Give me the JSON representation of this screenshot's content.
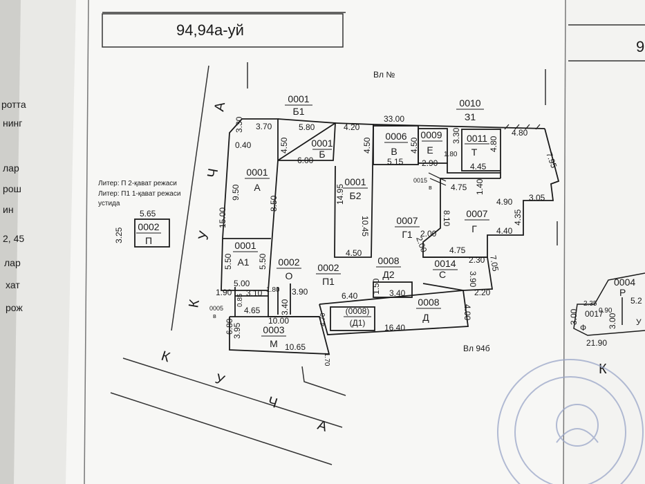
{
  "header": {
    "address": "94,94а-уй",
    "right_cutoff": "9"
  },
  "notes": {
    "plot_number": "Вл №",
    "neighbor_plot": "Вл 94б",
    "legend_line1": "Литер: П 2-қават режаси",
    "legend_line2": "Литер: П1 1-қават режаси",
    "legend_line3": "устида"
  },
  "street_letters": {
    "top": [
      "К",
      "У",
      "Ч",
      "А"
    ],
    "bottom": [
      "К",
      "У",
      "Ч",
      "А"
    ],
    "right": "К"
  },
  "side_margin_text": [
    "ротта",
    "нинг",
    "лар",
    "рош",
    "ин",
    "2, 45",
    "лар",
    "хат",
    "рож"
  ],
  "buildings": [
    {
      "code": "0001",
      "letter": "Б1"
    },
    {
      "code": "0001",
      "letter": "Б"
    },
    {
      "code": "0001",
      "letter": "А"
    },
    {
      "code": "0001",
      "letter": "Б2"
    },
    {
      "code": "0001",
      "letter": "А1"
    },
    {
      "code": "0006",
      "letter": "В"
    },
    {
      "code": "0009",
      "letter": "Е"
    },
    {
      "code": "0010",
      "letter": "З1"
    },
    {
      "code": "0011",
      "letter": "Т"
    },
    {
      "code": "0007",
      "letter": "Г1"
    },
    {
      "code": "0007",
      "letter": "Г"
    },
    {
      "code": "0014",
      "letter": "С"
    },
    {
      "code": "0008",
      "letter": "Д2"
    },
    {
      "code": "0008",
      "letter": "Д"
    },
    {
      "code": "(0008)",
      "letter": "(Д1)"
    },
    {
      "code": "0002",
      "letter": "О"
    },
    {
      "code": "0002",
      "letter": "П1"
    },
    {
      "code": "0003",
      "letter": "М"
    },
    {
      "code": "0002",
      "letter": "П"
    }
  ],
  "dimensions": [
    "3.70",
    "5.80",
    "4.20",
    "33.00",
    "4.80",
    "3.30",
    "0.40",
    "4.50",
    "6.00",
    "9.50",
    "15.00",
    "8.50",
    "14.95",
    "10.45",
    "4.50",
    "4.50",
    "5.15",
    "4.50",
    "2.90",
    "1.80",
    "3.30",
    "4.45",
    "4.80",
    "7.95",
    "4.75",
    "1.40",
    "4.90",
    "3.05",
    "8.10",
    "2.00",
    "2.00",
    "4.35",
    "4.40",
    "4.75",
    "2.30",
    "7.05",
    "3.90",
    "2.20",
    "4.00",
    "16.40",
    "6.40",
    "1.50",
    "3.40",
    "5.50",
    "5.50",
    "5.00",
    "1.90",
    "3.10",
    "1.80",
    "3.90",
    "3.40",
    "4.65",
    "0.85",
    "10.00",
    "6.80",
    "3.95",
    "10.65",
    "1.70",
    "4.70",
    "5.65",
    "3.25"
  ],
  "small_marks": [
    "0015",
    "в",
    "0005",
    "в"
  ],
  "right_fragment": {
    "codes": [
      "0004",
      "0017",
      "0.90"
    ],
    "letters": [
      "Р",
      "У",
      "Ф"
    ],
    "dims": [
      "5.2",
      "2.35",
      "3.00",
      "3.00",
      "21.90"
    ]
  },
  "colors": {
    "paper": "#f7f7f5",
    "ink": "#1a1a1a",
    "stamp": "#9aa6c8"
  }
}
